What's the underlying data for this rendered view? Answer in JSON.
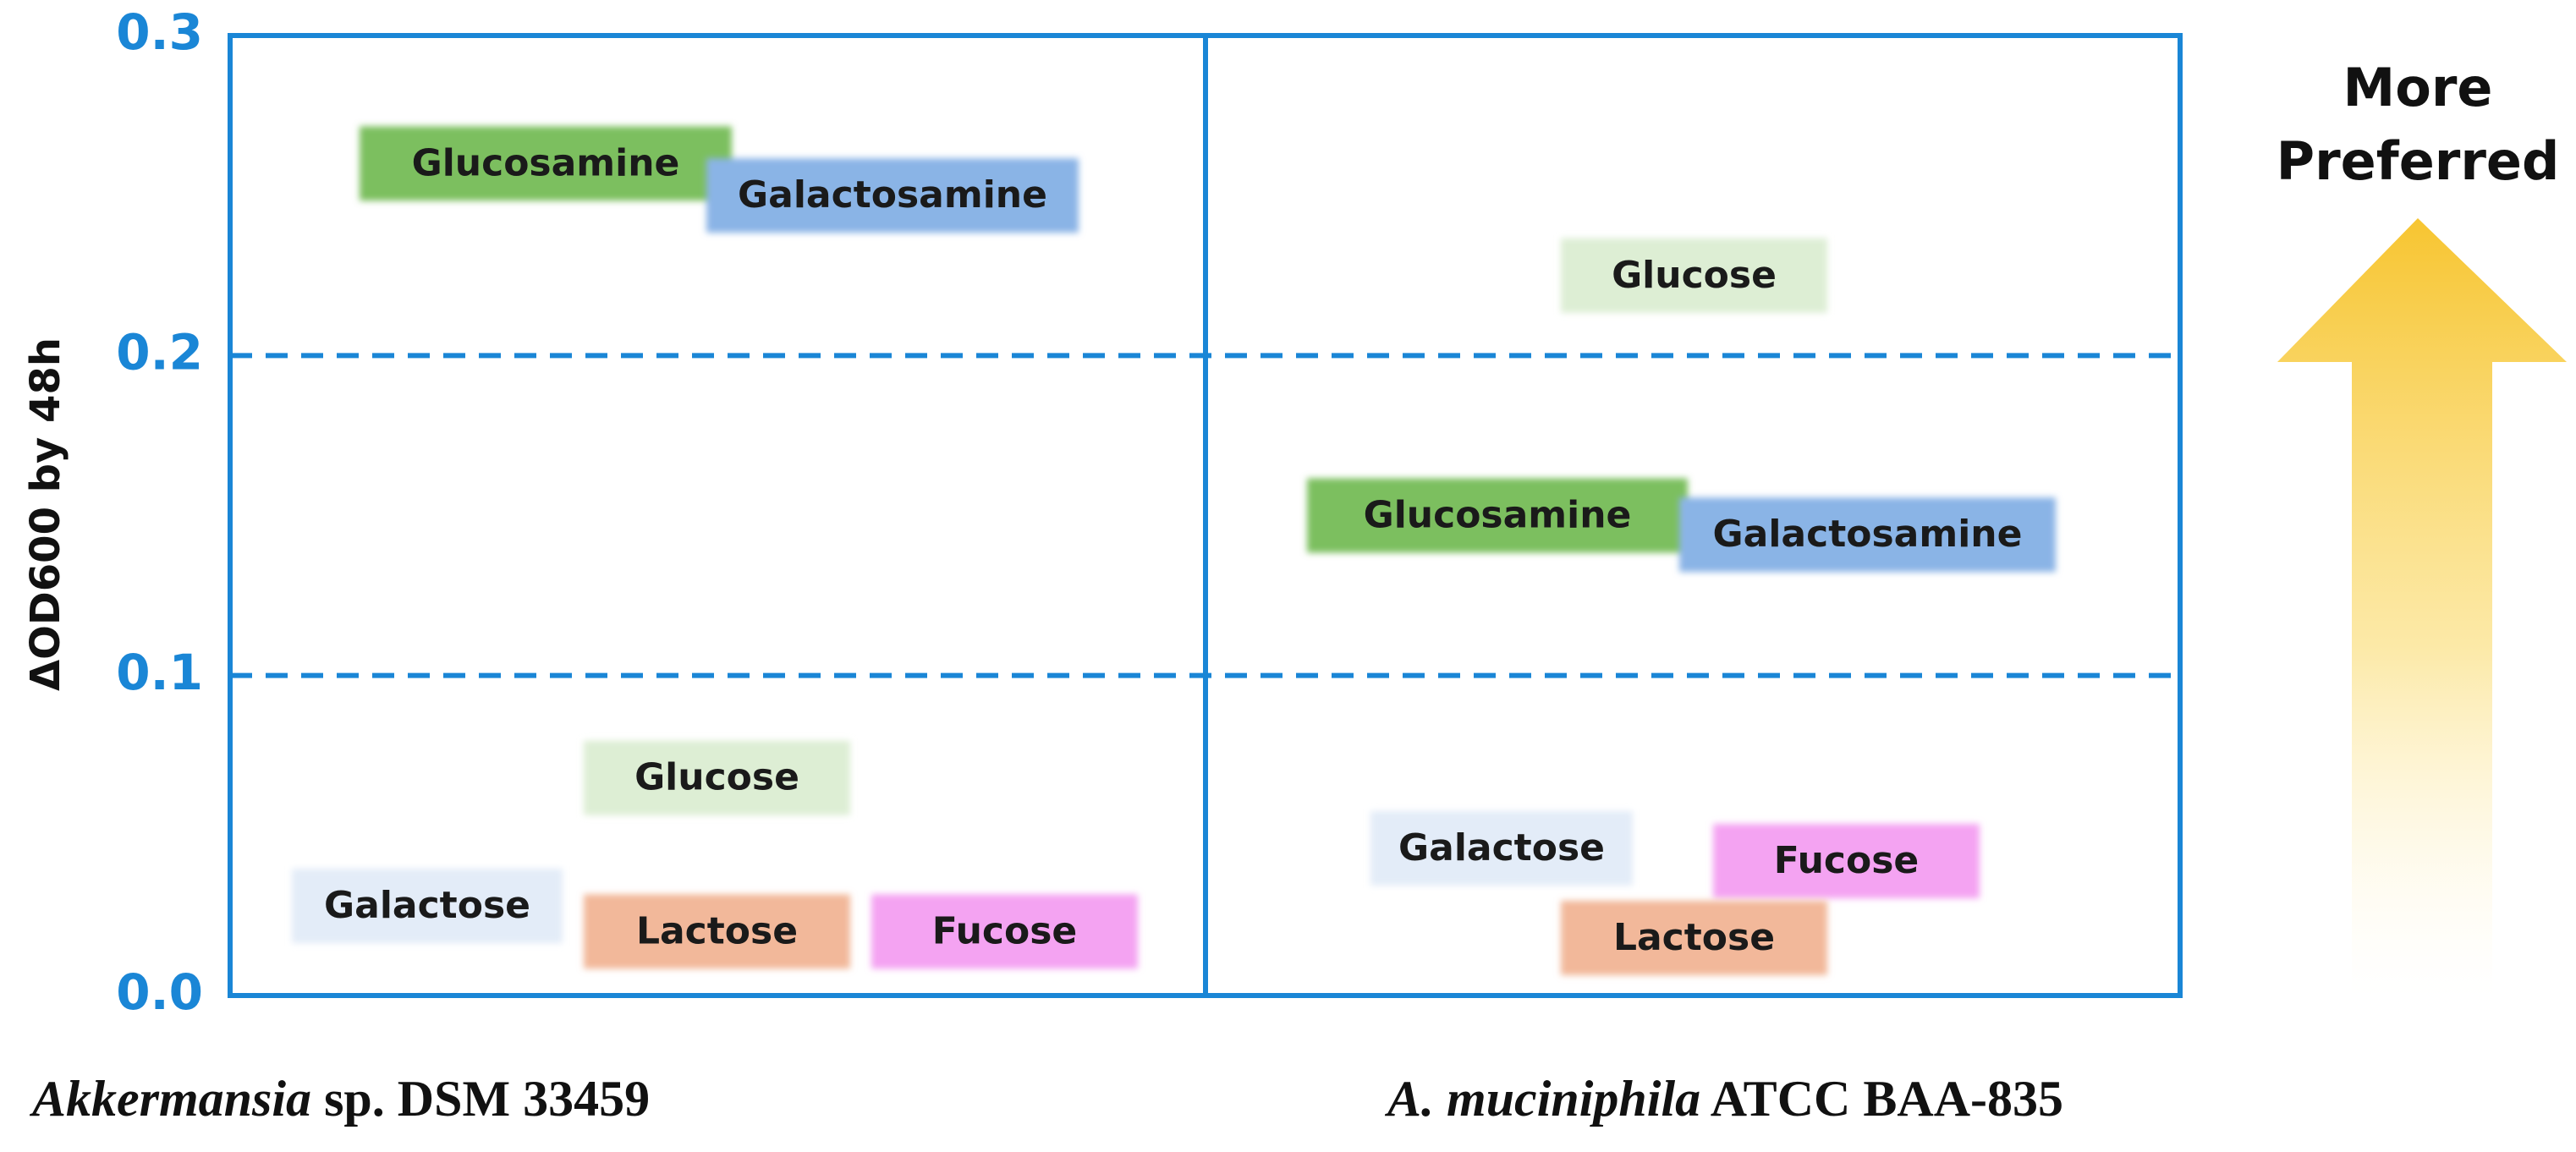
{
  "chart_data": {
    "type": "scatter",
    "ylabel": "ΔOD600 by 48h",
    "ylim": [
      0.0,
      0.3
    ],
    "yticks": [
      0.0,
      0.1,
      0.2,
      0.3
    ],
    "ytick_labels": [
      "0.0",
      "0.1",
      "0.2",
      "0.3"
    ],
    "grid": "dashed horizontal lines at 0.1 and 0.2",
    "panels": [
      {
        "caption_italic": "Akkermansia",
        "caption_rest": " sp. DSM 33459",
        "points": [
          {
            "label": "Glucosamine",
            "y": 0.26,
            "color": "#7cbf5e"
          },
          {
            "label": "Galactosamine",
            "y": 0.25,
            "color": "#8ab4e6"
          },
          {
            "label": "Glucose",
            "y": 0.068,
            "color": "#ddeed4"
          },
          {
            "label": "Galactose",
            "y": 0.028,
            "color": "#e3ecf8"
          },
          {
            "label": "Lactose",
            "y": 0.02,
            "color": "#f2b89a"
          },
          {
            "label": "Fucose",
            "y": 0.02,
            "color": "#f4a3f2"
          }
        ]
      },
      {
        "caption_italic": "A. muciniphila",
        "caption_rest": " ATCC BAA-835",
        "points": [
          {
            "label": "Glucose",
            "y": 0.225,
            "color": "#ddeed4"
          },
          {
            "label": "Glucosamine",
            "y": 0.15,
            "color": "#7cbf5e"
          },
          {
            "label": "Galactosamine",
            "y": 0.144,
            "color": "#8ab4e6"
          },
          {
            "label": "Galactose",
            "y": 0.046,
            "color": "#e3ecf8"
          },
          {
            "label": "Fucose",
            "y": 0.042,
            "color": "#f4a3f2"
          },
          {
            "label": "Lactose",
            "y": 0.018,
            "color": "#f2b89a"
          }
        ]
      }
    ],
    "annotation": {
      "line1": "More",
      "line2": "Preferred",
      "arrow_color": "#f7c531"
    },
    "colors": {
      "axis": "#1a86d6"
    }
  }
}
